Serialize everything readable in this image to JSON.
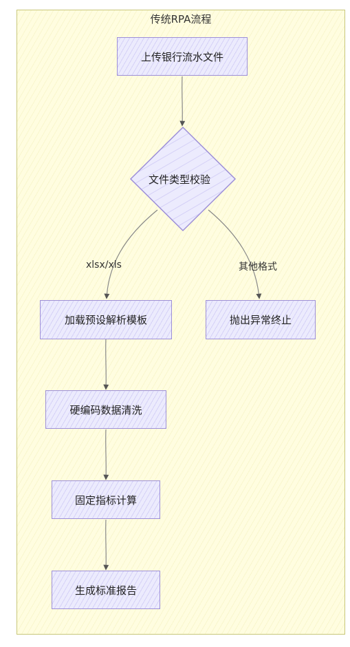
{
  "diagram": {
    "title": "传统RPA流程",
    "nodes": {
      "upload": "上传银行流水文件",
      "check": "文件类型校验",
      "load": "加载预设解析模板",
      "throw": "抛出异常终止",
      "clean": "硬编码数据清洗",
      "calc": "固定指标计算",
      "report": "生成标准报告"
    },
    "edges": {
      "xlsx": "xlsx/xls",
      "other": "其他格式"
    }
  }
}
